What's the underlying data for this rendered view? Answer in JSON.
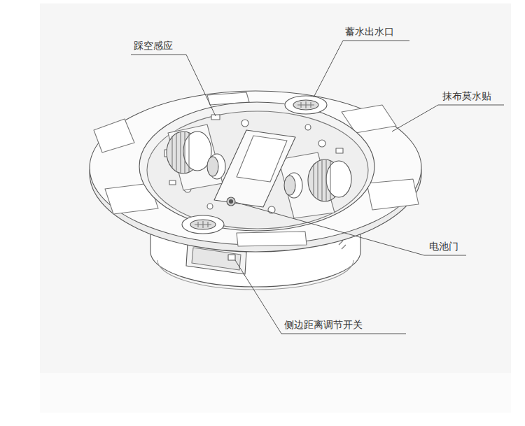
{
  "diagram": {
    "labels": [
      "踩空感应",
      "蓄水出水口",
      "抹布莫水贴",
      "电池门",
      "侧边距离调节开关"
    ]
  }
}
